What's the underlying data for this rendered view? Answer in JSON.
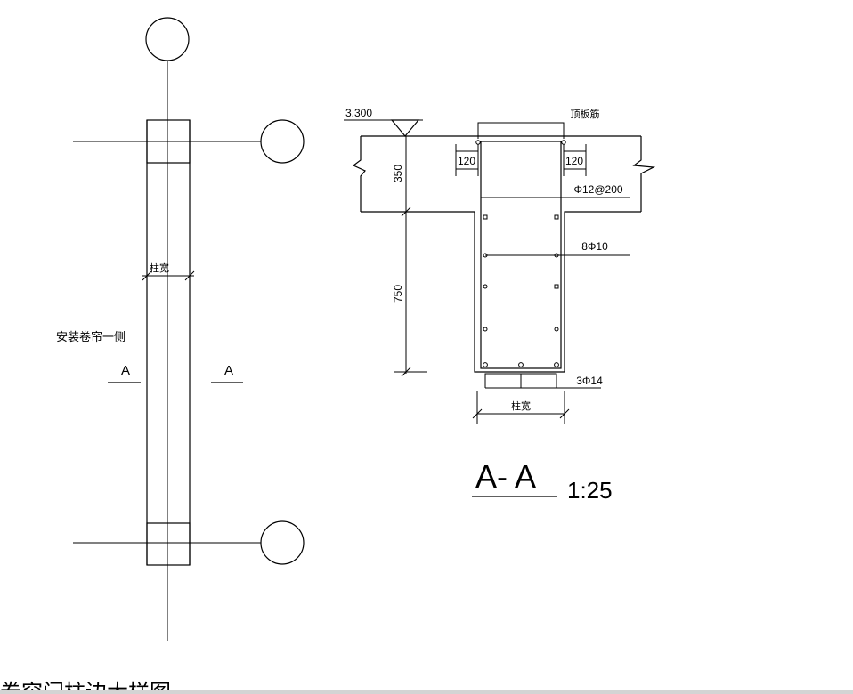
{
  "plan": {
    "note": "安装卷帘一侧",
    "col_width": "柱宽",
    "cut_left": "A",
    "cut_right": "A",
    "caption": "卷帘门柱边大样图"
  },
  "section": {
    "level": "3.300",
    "top_bar_label": "顶板筋",
    "dim_left": "120",
    "dim_right": "120",
    "stirrup": "Φ12@200",
    "side_bars": "8Φ10",
    "bottom_bars": "3Φ14",
    "width": "柱宽",
    "depth_top": "350",
    "depth_bottom": "750",
    "title": "A- A",
    "scale": "1:25"
  }
}
